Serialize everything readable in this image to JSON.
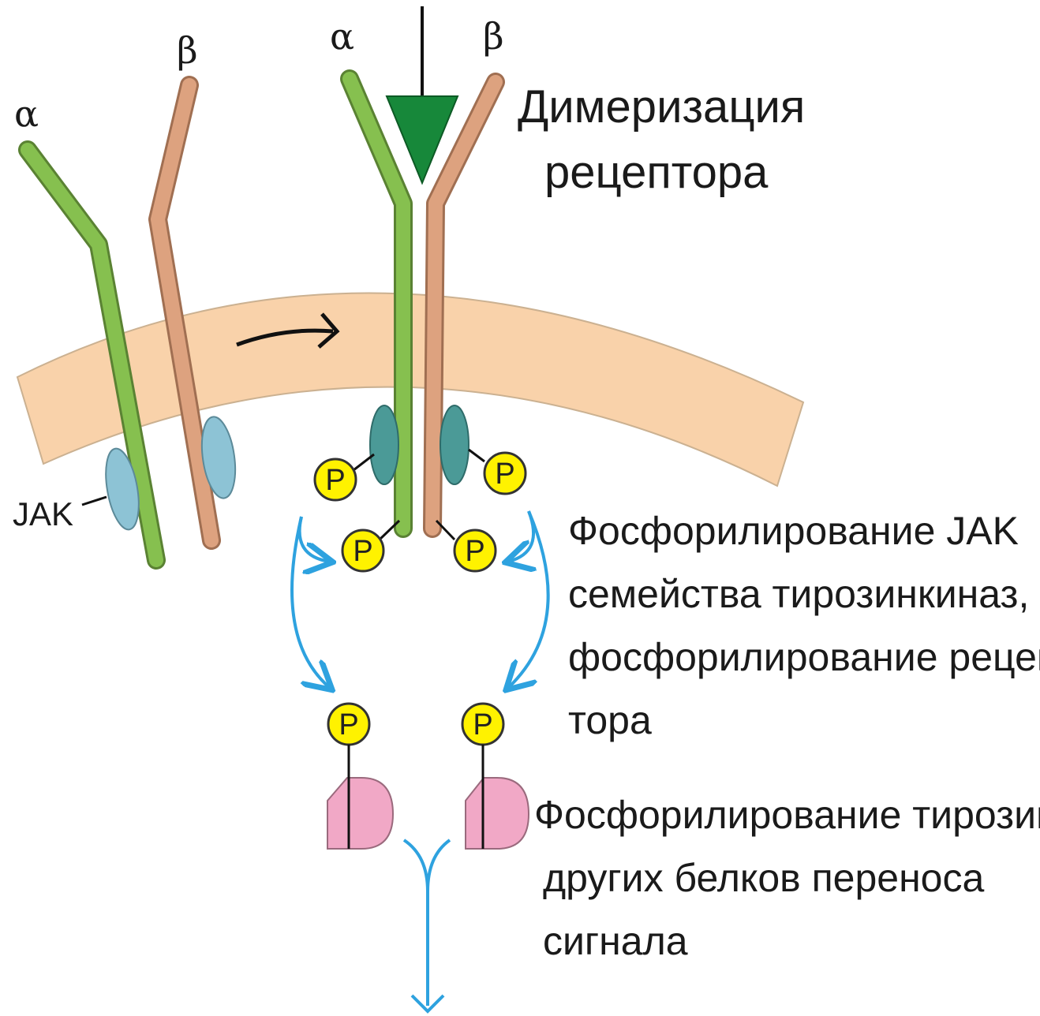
{
  "labels": {
    "alpha": "α",
    "beta": "β",
    "jak": "JAK",
    "phospho": "P",
    "dimerization": [
      "Димеризация",
      "рецептора"
    ],
    "jak_phosphorylation": [
      "Фосфорилирование JAK",
      "семейства тирозинкиназ,",
      "фосфорилирование рецеп-",
      "тора"
    ],
    "tyrosine_phosphorylation": [
      "Фосфорилирование тирозина",
      "других белков переноса",
      "сигнала"
    ]
  },
  "colors": {
    "membrane": "#f9d2aa",
    "alpha_chain": "#86c04f",
    "beta_chain": "#dda27f",
    "ligand": "#17883a",
    "jak_free": "#8dc3d5",
    "jak_bound": "#4b9a97",
    "phosphate": "#fff200",
    "signal_protein": "#f1a8c6",
    "arrow": "#2ea2df"
  },
  "icons": {
    "ligand": "down-triangle",
    "rotation": "curved-arrow",
    "flow": "curved-arrow"
  }
}
